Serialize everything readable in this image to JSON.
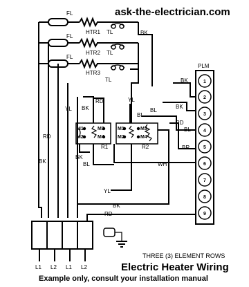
{
  "header": {
    "site": "ask-the-electrician.com"
  },
  "heater": {
    "fuse_label": "FL",
    "heaters": [
      "HTR1",
      "HTR2",
      "HTR3"
    ],
    "limit_label": "TL"
  },
  "wire_labels": {
    "bk": "BK",
    "bl": "BL",
    "yl": "YL",
    "rd": "RD",
    "wh": "WH",
    "br": "BR"
  },
  "plm": {
    "label": "PLM",
    "terminals": [
      "1",
      "2",
      "3",
      "4",
      "5",
      "6",
      "7",
      "8",
      "9"
    ]
  },
  "relays": {
    "r1": "R1",
    "r2": "R2",
    "r1_terms": [
      "M1",
      "M3",
      "M2",
      "M4"
    ],
    "r2_terms": [
      "M1",
      "M3",
      "M2",
      "M4"
    ]
  },
  "power": {
    "inputs": [
      "L1",
      "L2",
      "L1",
      "L2"
    ]
  },
  "footer": {
    "rows": "THREE (3) ELEMENT ROWS",
    "title": "Electric Heater Wiring",
    "subtitle": "Example only, consult your installation manual"
  }
}
